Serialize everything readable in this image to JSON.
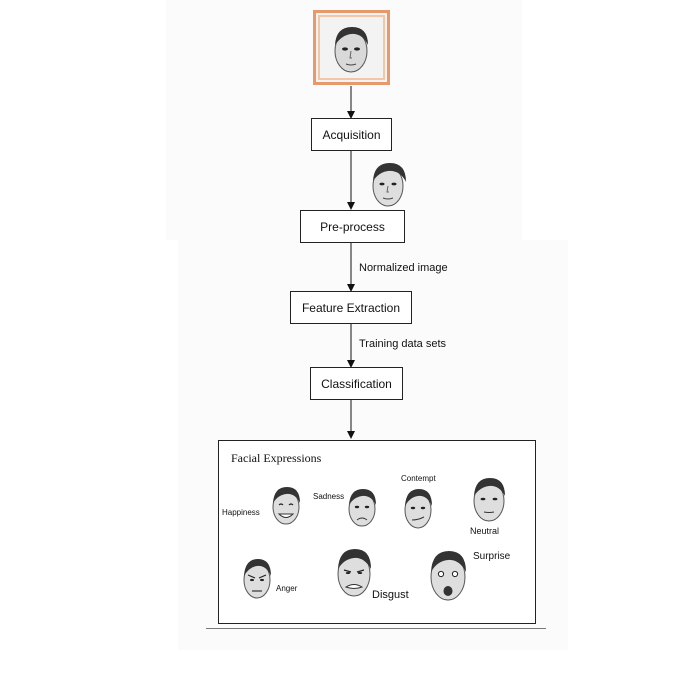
{
  "steps": {
    "acquisition": "Acquisition",
    "preprocess": "Pre-process",
    "feature_extraction": "Feature Extraction",
    "classification": "Classification"
  },
  "edges": {
    "normalized": "Normalized image",
    "training": "Training data sets"
  },
  "panel": {
    "title": "Facial Expressions",
    "expressions": {
      "happiness": "Happiness",
      "sadness": "Sadness",
      "contempt": "Contempt",
      "neutral": "Neutral",
      "anger": "Anger",
      "disgust": "Disgust",
      "surprise": "Surprise"
    }
  }
}
